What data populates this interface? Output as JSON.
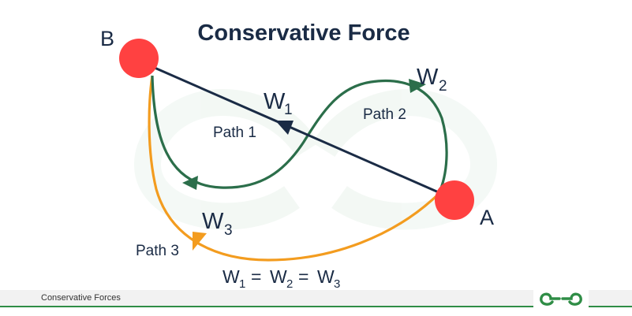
{
  "title": "Conservative Force",
  "points": {
    "a": {
      "label": "A",
      "color": "#ff4141"
    },
    "b": {
      "label": "B",
      "color": "#ff4141"
    }
  },
  "paths": [
    {
      "label": "Path 1",
      "work_main": "W",
      "work_sub": "1",
      "color": "#1a2b45"
    },
    {
      "label": "Path 2",
      "work_main": "W",
      "work_sub": "2",
      "color": "#2b6e4a"
    },
    {
      "label": "Path 3",
      "work_main": "W",
      "work_sub": "3",
      "color": "#f39c1f"
    }
  ],
  "equation": {
    "w": "W",
    "eq": "=",
    "s1": "1",
    "s2": "2",
    "s3": "3"
  },
  "footer": {
    "caption": "Conservative Forces",
    "logo_icon": "geeksforgeeks-logo-icon",
    "accent": "#2f8d46"
  }
}
